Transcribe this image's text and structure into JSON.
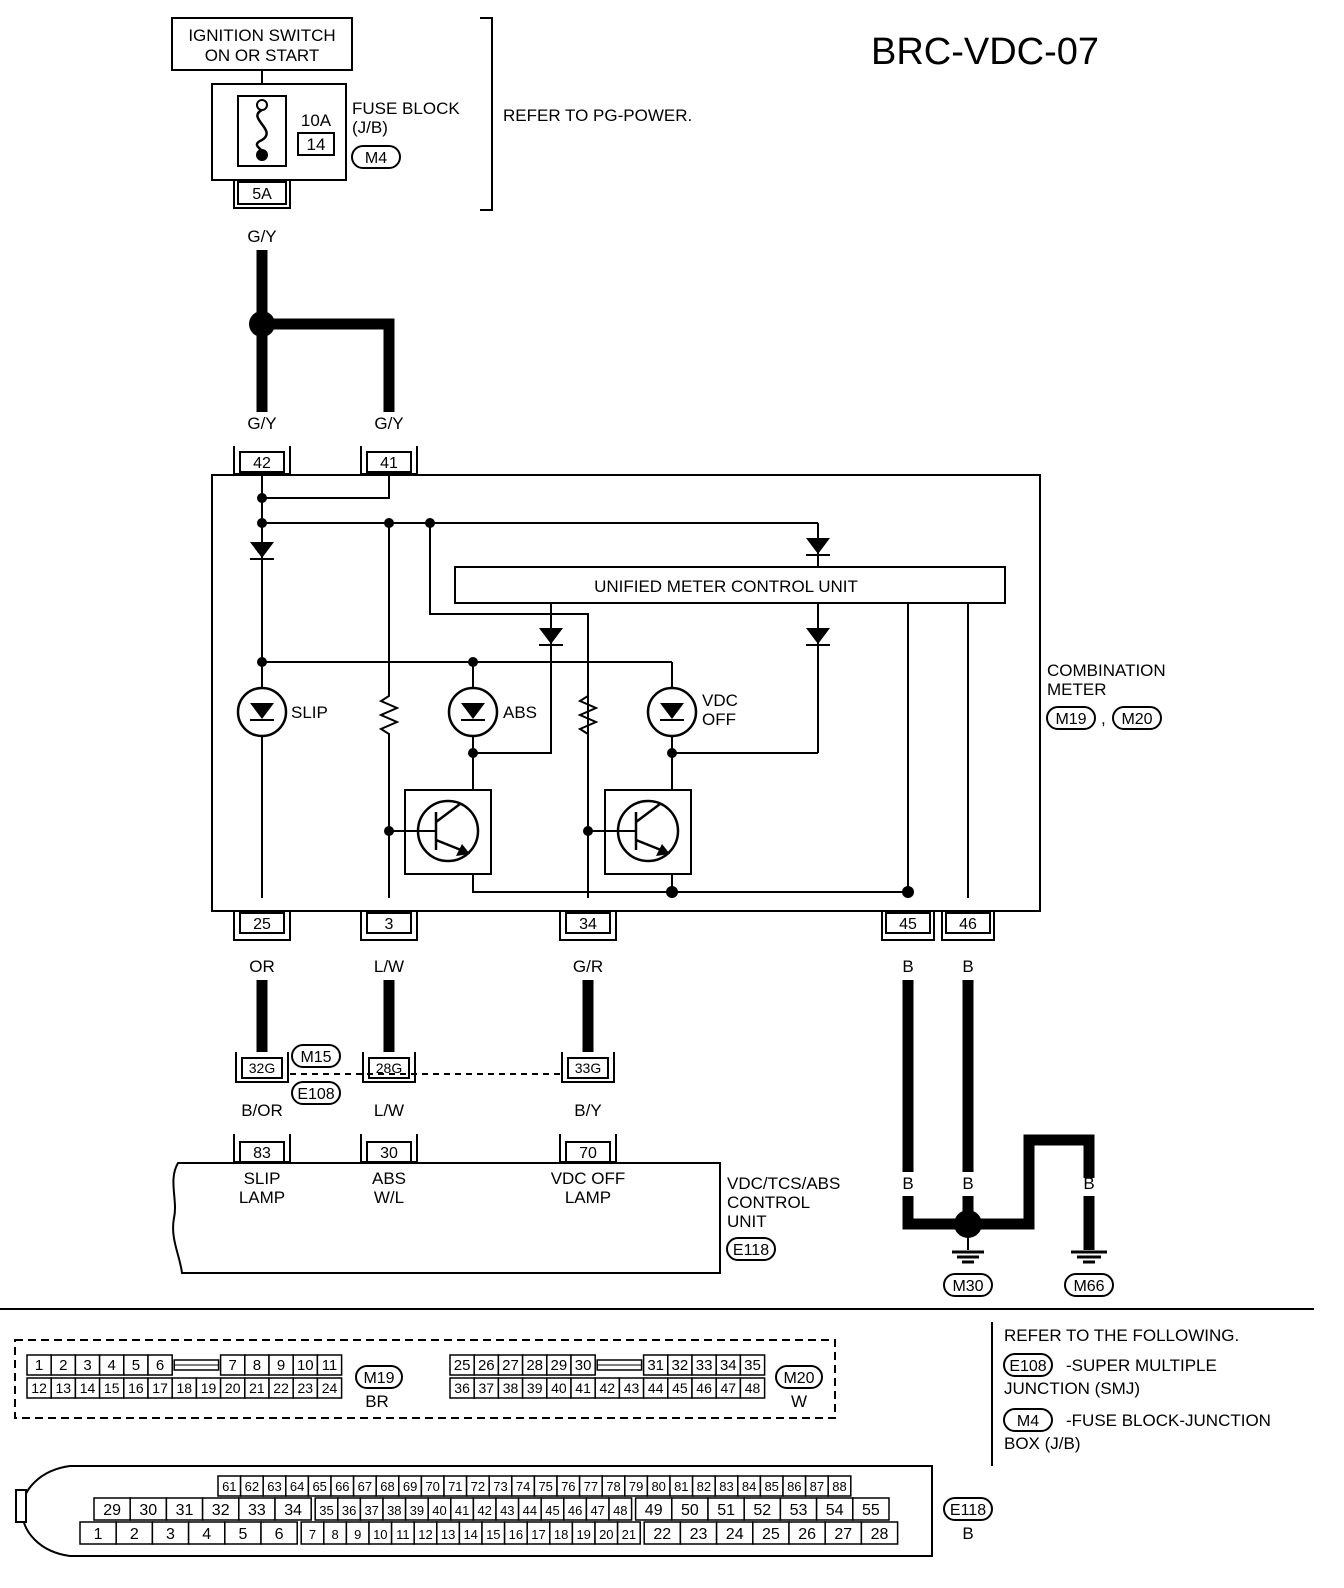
{
  "diagram_id": "BRC-VDC-07",
  "ignition": {
    "line1": "IGNITION SWITCH",
    "line2": "ON OR START"
  },
  "fuse_block": {
    "label_line1": "FUSE BLOCK",
    "label_line2": "(J/B)",
    "amp": "10A",
    "fuse_no": "14",
    "connector": "M4",
    "terminal": "5A",
    "refer": "REFER TO PG-POWER."
  },
  "wires": {
    "supply": "G/Y",
    "supply_branch_left": "G/Y",
    "supply_branch_right": "G/Y",
    "slip_out": "OR",
    "abs_out": "L/W",
    "vdc_out": "G/R",
    "gnd45": "B",
    "gnd46": "B",
    "slip_lower": "B/OR",
    "abs_lower": "L/W",
    "vdc_lower": "B/Y",
    "gnd_b1": "B",
    "gnd_b2": "B",
    "gnd_b3": "B",
    "gnd_b4": "B"
  },
  "combination_meter": {
    "label_line1": "COMBINATION",
    "label_line2": "METER",
    "conn1": "M19",
    "conn2": "M20",
    "sep": ",",
    "unit_label": "UNIFIED METER CONTROL UNIT",
    "pins": {
      "in42": "42",
      "in41": "41",
      "p25": "25",
      "p3": "3",
      "p34": "34",
      "p45": "45",
      "p46": "46"
    },
    "lamps": {
      "slip": "SLIP",
      "abs": "ABS",
      "vdc1": "VDC",
      "vdc2": "OFF"
    }
  },
  "joint": {
    "m15": "M15",
    "e108": "E108",
    "p32g": "32G",
    "p28g": "28G",
    "p33g": "33G"
  },
  "vdc_unit": {
    "label_line1": "VDC/TCS/ABS",
    "label_line2": "CONTROL",
    "label_line3": "UNIT",
    "connector": "E118",
    "pins": {
      "p83": "83",
      "p30": "30",
      "p70": "70"
    },
    "slip1": "SLIP",
    "slip2": "LAMP",
    "abs1": "ABS",
    "abs2": "W/L",
    "vdc1": "VDC OFF",
    "vdc2": "LAMP"
  },
  "grounds": {
    "g1": "M30",
    "g2": "M66"
  },
  "connectors": {
    "m19": {
      "id": "M19",
      "color": "BR",
      "top": [
        "1",
        "2",
        "3",
        "4",
        "5",
        "6",
        "7",
        "8",
        "9",
        "10",
        "11"
      ],
      "bottom": [
        "12",
        "13",
        "14",
        "15",
        "16",
        "17",
        "18",
        "19",
        "20",
        "21",
        "22",
        "23",
        "24"
      ]
    },
    "m20": {
      "id": "M20",
      "color": "W",
      "top": [
        "25",
        "26",
        "27",
        "28",
        "29",
        "30",
        "31",
        "32",
        "33",
        "34",
        "35"
      ],
      "bottom": [
        "36",
        "37",
        "38",
        "39",
        "40",
        "41",
        "42",
        "43",
        "44",
        "45",
        "46",
        "47",
        "48"
      ]
    },
    "e118": {
      "id": "E118",
      "color": "B",
      "row1": [
        "61",
        "62",
        "63",
        "64",
        "65",
        "66",
        "67",
        "68",
        "69",
        "70",
        "71",
        "72",
        "73",
        "74",
        "75",
        "76",
        "77",
        "78",
        "79",
        "80",
        "81",
        "82",
        "83",
        "84",
        "85",
        "86",
        "87",
        "88"
      ],
      "row2": [
        "29",
        "30",
        "31",
        "32",
        "33",
        "34",
        "35",
        "36",
        "37",
        "38",
        "39",
        "40",
        "41",
        "42",
        "43",
        "44",
        "45",
        "46",
        "47",
        "48",
        "49",
        "50",
        "51",
        "52",
        "53",
        "54",
        "55"
      ],
      "row3": [
        "1",
        "2",
        "3",
        "4",
        "5",
        "6",
        "7",
        "8",
        "9",
        "10",
        "11",
        "12",
        "13",
        "14",
        "15",
        "16",
        "17",
        "18",
        "19",
        "20",
        "21",
        "22",
        "23",
        "24",
        "25",
        "26",
        "27",
        "28"
      ]
    }
  },
  "refer_following": {
    "title": "REFER TO THE FOLLOWING.",
    "item1_conn": "E108",
    "item1_line1": "-SUPER MULTIPLE",
    "item1_line2": "JUNCTION (SMJ)",
    "item2_conn": "M4",
    "item2_line1": "-FUSE BLOCK-JUNCTION",
    "item2_line2": "BOX (J/B)"
  }
}
